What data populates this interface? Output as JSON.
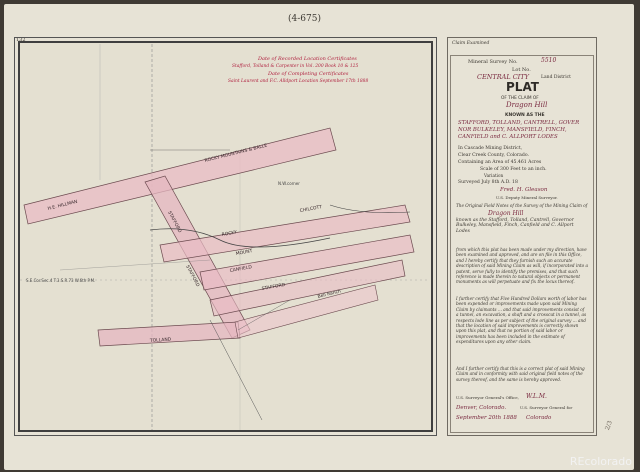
{
  "sheet_number": "(4-675)",
  "corner_number": "132",
  "map": {
    "note_1": "Date of Recorded Location Certificates",
    "note_2": "Stafford, Tolland & Carpenter in Vol. 200 Book 10 & 125",
    "note_3": "Date of Completing Certificates",
    "note_4": "Saint Laurent and F.C. Alldport Location September 17th 1888",
    "lode_labels": [
      "ROCKY MOUNTAINS & BALLE",
      "H.E. HILLMAN",
      "CHILCOTT",
      "STAFFORD",
      "ROCKY",
      "MOUNT",
      "CANFIELD",
      "STAFFORD",
      "STAFFORD",
      "TOLLAND",
      "Bell Ranch"
    ],
    "corner_tag": "S.E.Cor.Sec.4 T.3.S.R.73 W.6th P.M.",
    "n_marker": "N.W.corner"
  },
  "panel": {
    "claim_examined": "Claim Examined",
    "survey_label": "Mineral Survey No.",
    "survey_no": "5510",
    "lot_label": "Lot No.",
    "land_district": "CENTRAL CITY",
    "land_district_suffix": "Land District",
    "plat_title": "PLAT",
    "of_claim": "OF THE CLAIM OF",
    "claimant": "Dragon Hill",
    "known_as": "KNOWN AS THE",
    "lode_names": [
      "STAFFORD, TOLLAND, CANTRELL, GOVER",
      "NOR BULKELEY, MANSFIELD, FINCH,",
      "CANFIELD and C. ALLPORT LODES"
    ],
    "mining_district": "In  Cascade  Mining District,",
    "county": "Clear Creek  County, Colorado.",
    "area": "Containing an Area of  45.461  Acres",
    "scale": "Scale of  300  Feet to an inch.",
    "variation": "Variation",
    "surveyed_line": "Surveyed  July 8th  A.D. 18 ",
    "surveyor": "Fred. H. Gleason",
    "deputy": "U.S. Deputy Mineral Surveyor.",
    "certificate_intro": "The Original Field Notes of the Survey of the Mining Claim of",
    "certificate_claimant": "Dragon Hill",
    "certificate_known": "known as the Stafford, Tolland, Cantrell, Governor Bulkeley, Mansfield, Finch, Canfield and C. Allport Lodes",
    "certificate_body": "from which this plat has been made under my direction, have been examined and approved, and are on file in this Office, and I hereby certify that they furnish such an accurate description of said Mining Claim as will, if incorporated into a patent, serve fully to identify the premises, and that such reference is made therein to natural objects or permanent monuments as will perpetuate and fix the locus thereof.",
    "certificate_further": "I further certify that Five Hundred Dollars worth of labor has been expended or improvements made upon said Mining Claim by claimants ... and that said improvements consist of a tunnel, an excavation, a shaft and a crosscut in a tunnel, as respects lode line as per subject of the original survey ... and that the location of said improvements is correctly shown upon this plat, and that no portion of said labor or improvements has been included in the estimate of expenditures upon any other claim.",
    "certificate_last": "And I further certify that this is a correct plat of said Mining Claim and in conformity with said original field notes of the survey thereof, and the same is hereby approved.",
    "office": "U.S. Surveyor General's Office,",
    "office_city": "Denver, Colorado.",
    "signature": "W.L.M.",
    "surveyor_general": "U.S. Surveyor General for",
    "date": "September 20th 1888",
    "state": "Colorado"
  },
  "watermark": "REcolorado",
  "side_mark": "2/3"
}
